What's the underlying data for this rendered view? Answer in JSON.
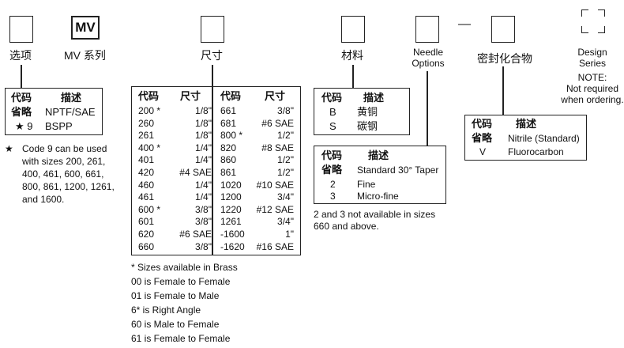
{
  "option": {
    "label": "选项",
    "table_header": {
      "code": "代码",
      "desc": "描述"
    },
    "rows": [
      {
        "code": "省略",
        "desc": "NPTF/SAE"
      },
      {
        "code": "★ 9",
        "desc": "BSPP"
      }
    ],
    "footnote_star": "★",
    "footnote_lines": [
      "Code 9 can be used",
      "with sizes 200, 261,",
      "400, 461, 600, 661,",
      "800, 861, 1200, 1261,",
      "and 1600."
    ]
  },
  "mv": {
    "box_text": "MV",
    "label": "MV 系列"
  },
  "size": {
    "label": "尺寸",
    "header": {
      "code": "代码",
      "size": "尺寸"
    },
    "left": [
      {
        "code": "200 *",
        "size": "1/8\""
      },
      {
        "code": "260",
        "size": "1/8\""
      },
      {
        "code": "261",
        "size": "1/8\""
      },
      {
        "code": "400 *",
        "size": "1/4\""
      },
      {
        "code": "401",
        "size": "1/4\""
      },
      {
        "code": "420",
        "size": "#4 SAE"
      },
      {
        "code": "460",
        "size": "1/4\""
      },
      {
        "code": "461",
        "size": "1/4\""
      },
      {
        "code": "600 *",
        "size": "3/8\""
      },
      {
        "code": "601",
        "size": "3/8\""
      },
      {
        "code": "620",
        "size": "#6 SAE"
      },
      {
        "code": "660",
        "size": "3/8\""
      }
    ],
    "right": [
      {
        "code": "661",
        "size": "3/8\""
      },
      {
        "code": "681",
        "size": "#6 SAE"
      },
      {
        "code": "800 *",
        "size": "1/2\""
      },
      {
        "code": "820",
        "size": "#8 SAE"
      },
      {
        "code": "860",
        "size": "1/2\""
      },
      {
        "code": "861",
        "size": "1/2\""
      },
      {
        "code": "1020",
        "size": "#10 SAE"
      },
      {
        "code": "1200",
        "size": "3/4\""
      },
      {
        "code": "1220",
        "size": "#12 SAE"
      },
      {
        "code": "1261",
        "size": "3/4\""
      },
      {
        "code": "-1600",
        "size": "1\""
      },
      {
        "code": "-1620",
        "size": "#16 SAE"
      }
    ],
    "notes": [
      "* Sizes available in Brass",
      "00 is Female to Female",
      "01 is Female to Male",
      "6* is Right Angle",
      "60 is Male to Female",
      "61 is Female to Female"
    ]
  },
  "material": {
    "label": "材料",
    "header": {
      "code": "代码",
      "desc": "描述"
    },
    "rows": [
      {
        "code": "B",
        "desc": "黄铜"
      },
      {
        "code": "S",
        "desc": "碳钢"
      }
    ]
  },
  "needle": {
    "label_line1": "Needle",
    "label_line2": "Options",
    "header": {
      "code": "代码",
      "desc": "描述"
    },
    "rows": [
      {
        "code": "省略",
        "desc": "Standard 30° Taper"
      },
      {
        "code": "2",
        "desc": "Fine"
      },
      {
        "code": "3",
        "desc": "Micro-fine"
      }
    ],
    "note_lines": [
      "2 and 3 not available in sizes",
      "660 and above."
    ]
  },
  "dash": "—",
  "seal": {
    "label": "密封化合物",
    "header": {
      "code": "代码",
      "desc": "描述"
    },
    "rows": [
      {
        "code": "省略",
        "desc": "Nitrile (Standard)"
      },
      {
        "code": "V",
        "desc": "Fluorocarbon"
      }
    ]
  },
  "design": {
    "label_lines": [
      "Design",
      "Series"
    ],
    "note_lines": [
      "NOTE:",
      "Not required",
      "when ordering."
    ]
  }
}
